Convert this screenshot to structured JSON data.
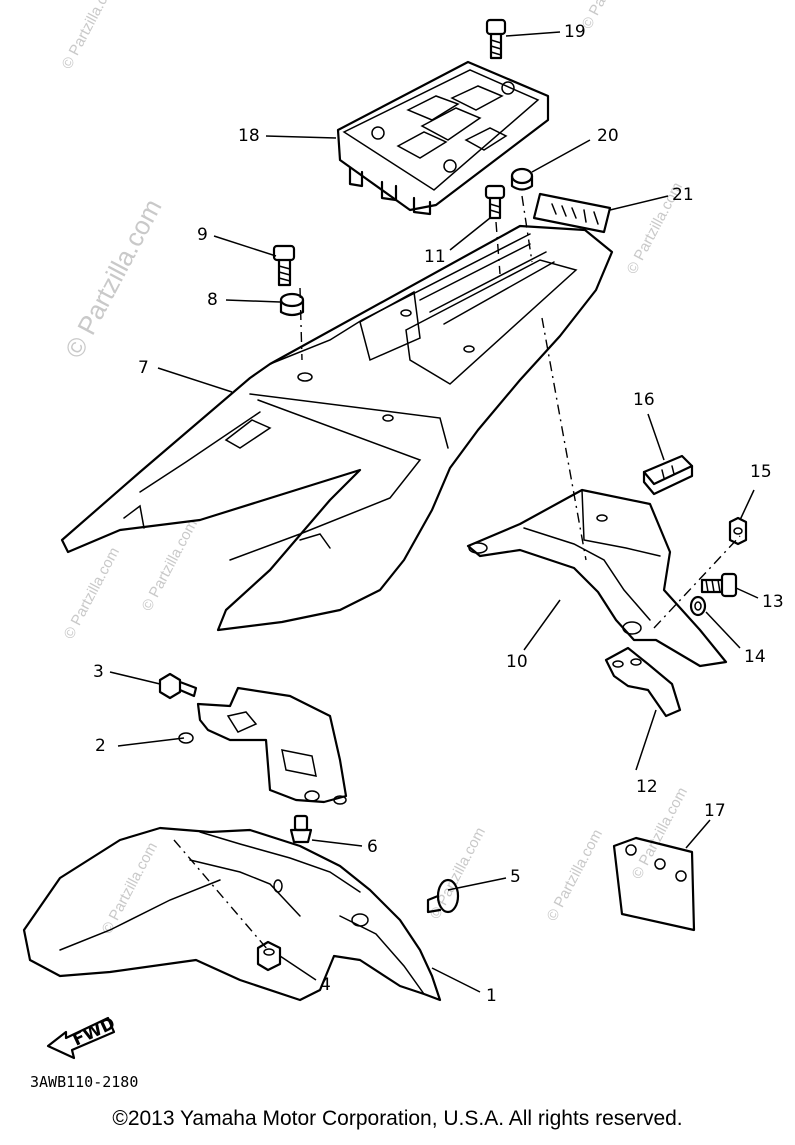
{
  "watermark": "© Partzilla.com",
  "diagram_code": "3AWB110-2180",
  "copyright": "©2013  Yamaha Motor Corporation, U.S.A. All rights reserved.",
  "fwd_label": "FWD",
  "callouts": {
    "c1": "1",
    "c2": "2",
    "c3": "3",
    "c4": "4",
    "c5": "5",
    "c6": "6",
    "c7": "7",
    "c8": "8",
    "c9": "9",
    "c10": "10",
    "c11": "11",
    "c12": "12",
    "c13": "13",
    "c14": "14",
    "c15": "15",
    "c16": "16",
    "c17": "17",
    "c18": "18",
    "c19": "19",
    "c20": "20",
    "c21": "21"
  }
}
